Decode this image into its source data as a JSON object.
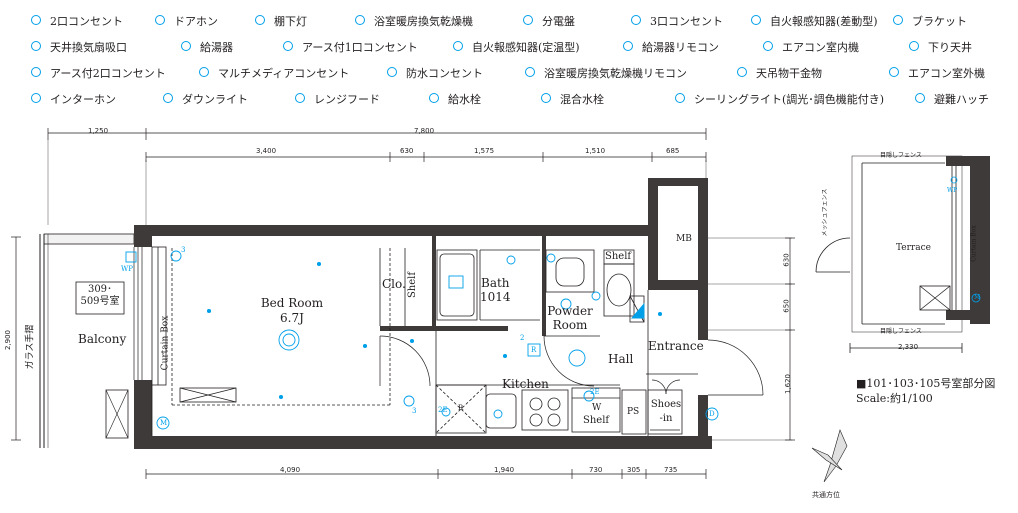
{
  "legend": [
    {
      "icon": "outlet-2-icon",
      "label": "2口コンセント"
    },
    {
      "icon": "door-phone-icon",
      "label": "ドアホン"
    },
    {
      "icon": "shelf-light-icon",
      "label": "棚下灯"
    },
    {
      "icon": "bathroom-dryer-icon",
      "label": "浴室暖房換気乾燥機"
    },
    {
      "icon": "distribution-board-icon",
      "label": "分電盤"
    },
    {
      "icon": "outlet-3-icon",
      "label": "3口コンセント"
    },
    {
      "icon": "fire-detector-diff-icon",
      "label": "自火報感知器(差動型)"
    },
    {
      "icon": "bracket-light-icon",
      "label": "ブラケット"
    },
    {
      "icon": "ceiling-fan-icon",
      "label": "天井換気扇吸口"
    },
    {
      "icon": "water-heater-icon",
      "label": "給湯器"
    },
    {
      "icon": "earth-outlet-1-icon",
      "label": "アース付1口コンセント"
    },
    {
      "icon": "fire-detector-fixed-icon",
      "label": "自火報感知器(定温型)"
    },
    {
      "icon": "heater-remote-icon",
      "label": "給湯器リモコン"
    },
    {
      "icon": "aircon-indoor-icon",
      "label": "エアコン室内機"
    },
    {
      "icon": "lowered-ceiling-icon",
      "label": "下り天井"
    },
    {
      "icon": "earth-outlet-2-icon",
      "label": "アース付2口コンセント"
    },
    {
      "icon": "multimedia-outlet-icon",
      "label": "マルチメディアコンセント"
    },
    {
      "icon": "waterproof-outlet-icon",
      "label": "防水コンセント"
    },
    {
      "icon": "dryer-remote-icon",
      "label": "浴室暖房換気乾燥機リモコン"
    },
    {
      "icon": "drying-hardware-icon",
      "label": "天吊物干金物"
    },
    {
      "icon": "aircon-outdoor-icon",
      "label": "エアコン室外機"
    },
    {
      "icon": "intercom-icon",
      "label": "インターホン"
    },
    {
      "icon": "downlight-icon",
      "label": "ダウンライト"
    },
    {
      "icon": "range-hood-icon",
      "label": "レンジフード"
    },
    {
      "icon": "water-tap-icon",
      "label": "給水栓"
    },
    {
      "icon": "mixing-tap-icon",
      "label": "混合水栓"
    },
    {
      "icon": "ceiling-light-icon",
      "label": "シーリングライト(調光･調色機能付き)"
    },
    {
      "icon": "escape-hatch-icon",
      "label": "避難ハッチ"
    }
  ],
  "rooms": {
    "bed_room": "Bed Room",
    "bed_room_size": "6.7J",
    "closet": "Clo.",
    "closet_shelf": "Shelf",
    "bath": "Bath",
    "bath_size": "1014",
    "powder_shelf": "Shelf",
    "powder_room": "Powder\nRoom",
    "mb": "MB",
    "hall": "Hall",
    "entrance": "Entrance",
    "kitchen": "Kitchen",
    "kitchen_shelf_w": "W",
    "kitchen_shelf": "Shelf",
    "ps": "PS",
    "shoes": "Shoes\n-in",
    "balcony": "Balcony",
    "curtain_box": "Curtain Box",
    "unit_note": "309･\n509号室",
    "glass_railing": "ガラス手摺"
  },
  "fixture_labels": {
    "wp": "WP",
    "two_e": "2E",
    "three": "3",
    "two": "2",
    "r": "R",
    "m": "M",
    "d": "D"
  },
  "dimensions": {
    "top_total": "7,800",
    "top_left": "1,250",
    "top_segments": [
      "3,400",
      "630",
      "1,575",
      "1,510",
      "685"
    ],
    "bottom_segments": [
      "4,090",
      "1,940",
      "730",
      "305",
      "735"
    ],
    "left_height": "2,900",
    "right_segments": [
      "630",
      "650",
      "1,620"
    ],
    "partial_width": "2,330"
  },
  "partial_plan": {
    "terrace": "Terrace",
    "fence_top": "目隠しフェンス",
    "fence_bottom": "目隠しフェンス",
    "mesh_fence": "メッシュフェンス",
    "curtain_box": "Curtain Box",
    "wp": "WP",
    "m": "M",
    "caption": "■101･103･105号室部分図",
    "scale": "Scale:約1/100"
  },
  "compass_label": "共通方位",
  "colors": {
    "ink": "#231f20",
    "fixture": "#00a0e9",
    "wall": "#3e3a39"
  }
}
